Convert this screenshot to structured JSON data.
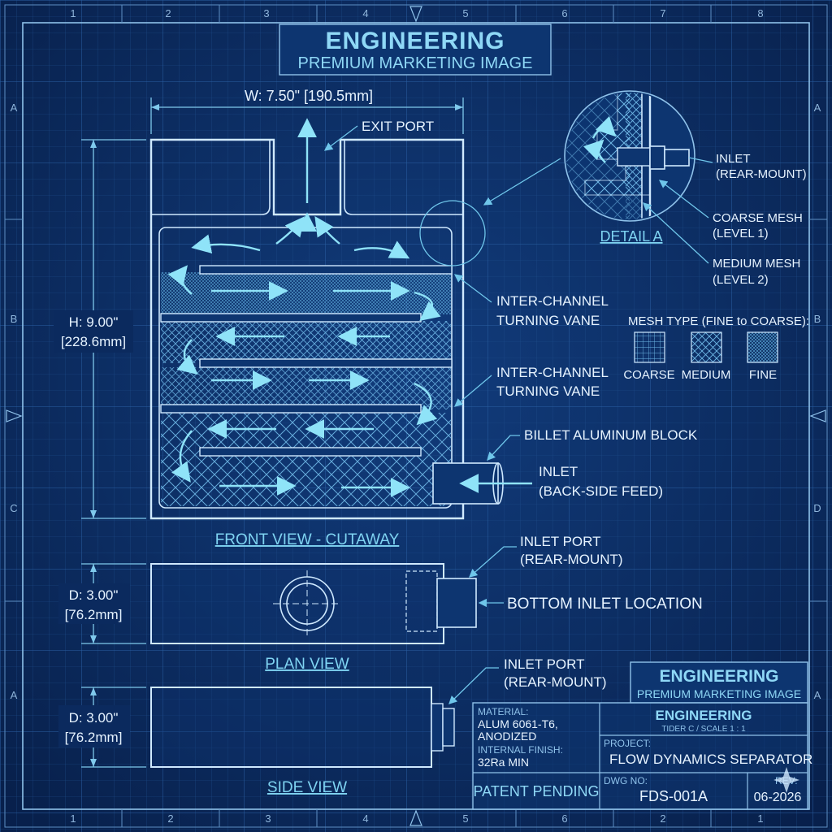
{
  "header": {
    "brand": "ENGINEERING",
    "tagline": "PREMIUM MARKETING IMAGE"
  },
  "grid": {
    "top": [
      "1",
      "2",
      "3",
      "4",
      "5",
      "6",
      "7",
      "8"
    ],
    "bottom": [
      "1",
      "2",
      "3",
      "4",
      "5",
      "6",
      "2",
      "1"
    ],
    "left": [
      "A",
      "B",
      "C",
      "A"
    ],
    "right": [
      "A",
      "B",
      "D",
      "A"
    ]
  },
  "dimensions": {
    "width": "W: 7.50\" [190.5mm]",
    "height_in": "H: 9.00\"",
    "height_mm": "[228.6mm]",
    "depth_in": "D: 3.00\"",
    "depth_mm": "[76.2mm]"
  },
  "callouts": {
    "exit_port": "EXIT PORT",
    "vane_1a": "INTER-CHANNEL",
    "vane_1b": "TURNING VANE",
    "vane_2a": "INTER-CHANNEL",
    "vane_2b": "TURNING VANE",
    "billet": "BILLET ALUMINUM BLOCK",
    "inlet_a": "INLET",
    "inlet_b": "(BACK-SIDE FEED)",
    "plan_port_a": "INLET PORT",
    "plan_port_b": "(REAR-MOUNT)",
    "bottom_inlet": "BOTTOM INLET LOCATION",
    "side_port_a": "INLET PORT",
    "side_port_b": "(REAR-MOUNT)"
  },
  "detail": {
    "title": "DETAIL A",
    "inlet_a": "INLET",
    "inlet_b": "(REAR-MOUNT)",
    "coarse_a": "COARSE MESH",
    "coarse_b": "(LEVEL 1)",
    "medium_a": "MEDIUM MESH",
    "medium_b": "(LEVEL 2)"
  },
  "mesh_legend": {
    "title": "MESH TYPE (FINE to COARSE):",
    "items": [
      "COARSE",
      "MEDIUM",
      "FINE"
    ]
  },
  "views": {
    "front": "FRONT VIEW - CUTAWAY",
    "plan": "PLAN VIEW",
    "side": "SIDE VIEW"
  },
  "title_block": {
    "stamp_brand": "ENGINEERING",
    "stamp_tagline": "PREMIUM MARKETING IMAGE",
    "material_label": "MATERIAL:",
    "material_value_1": "ALUM 6061-T6,",
    "material_value_2": "ANODIZED",
    "finish_label": "INTERNAL FINISH:",
    "finish_value": "32Ra MIN",
    "brand": "ENGINEERING",
    "scale": "TIDER C / SCALE 1 : 1",
    "project_label": "PROJECT:",
    "project": "FLOW DYNAMICS SEPARATOR",
    "patent": "PATENT PENDING",
    "dwg_label": "DWG NO:",
    "dwg": "FDS-001A",
    "rev_label": "REV:",
    "rev": "06-2026"
  },
  "colors": {
    "background": "#0b2a5e",
    "line": "#cfe9ff",
    "accent": "#7fd4f2"
  }
}
